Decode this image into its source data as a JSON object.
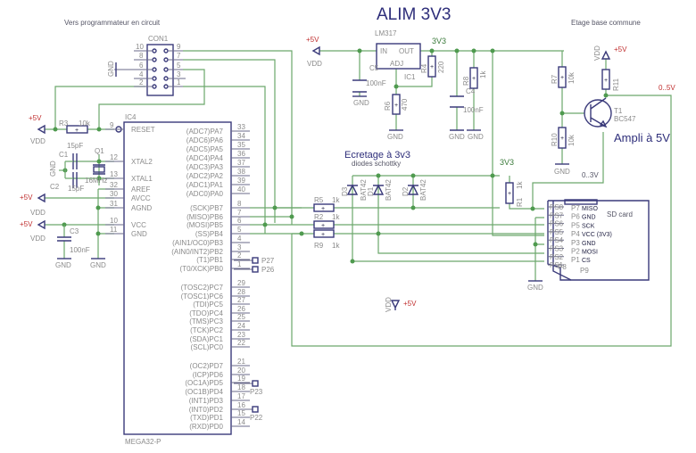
{
  "titles": {
    "main": "ALIM 3V3",
    "programmer": "Vers programmateur en circuit",
    "common_base": "Etage base commune",
    "amp": "Ampli à 5V",
    "clipping": "Ecretage à 3v3",
    "clipping_sub": "diodes schottky"
  },
  "con1": {
    "name": "CON1",
    "pins_left": [
      "10",
      "8",
      "6",
      "4",
      "2"
    ],
    "pins_right": [
      "9",
      "7",
      "5",
      "3",
      "1"
    ],
    "gnd": "GND"
  },
  "ic4": {
    "name": "IC4",
    "part": "MEGA32-P",
    "left_pins": [
      {
        "label": "RESET",
        "num": "9"
      },
      {
        "label": "XTAL2",
        "num": "12"
      },
      {
        "label": "XTAL1",
        "num": "13"
      },
      {
        "label": "AREF",
        "num": "32"
      },
      {
        "label": "AVCC",
        "num": "30"
      },
      {
        "label": "AGND",
        "num": "31"
      },
      {
        "label": "VCC",
        "num": "10"
      },
      {
        "label": "GND",
        "num": "11"
      }
    ],
    "right_pins": [
      {
        "label": "(ADC7)PA7",
        "num": "33"
      },
      {
        "label": "(ADC6)PA6",
        "num": "34"
      },
      {
        "label": "(ADC5)PA5",
        "num": "35"
      },
      {
        "label": "(ADC4)PA4",
        "num": "36"
      },
      {
        "label": "(ADC3)PA3",
        "num": "37"
      },
      {
        "label": "(ADC2)PA2",
        "num": "38"
      },
      {
        "label": "(ADC1)PA1",
        "num": "39"
      },
      {
        "label": "(ADC0)PA0",
        "num": "40"
      },
      {
        "label": "(SCK)PB7",
        "num": "8"
      },
      {
        "label": "(MISO)PB6",
        "num": "7"
      },
      {
        "label": "(MOSI)PB5",
        "num": "6"
      },
      {
        "label": "(SS)PB4",
        "num": "5"
      },
      {
        "label": "(AIN1/OC0)PB3",
        "num": "4"
      },
      {
        "label": "(AIN0/INT2)PB2",
        "num": "3"
      },
      {
        "label": "(T1)PB1",
        "num": "2"
      },
      {
        "label": "(T0/XCK)PB0",
        "num": "1"
      },
      {
        "label": "(TOSC2)PC7",
        "num": "29"
      },
      {
        "label": "(TOSC1)PC6",
        "num": "28"
      },
      {
        "label": "(TDI)PC5",
        "num": "27"
      },
      {
        "label": "(TDO)PC4",
        "num": "26"
      },
      {
        "label": "(TMS)PC3",
        "num": "25"
      },
      {
        "label": "(TCK)PC2",
        "num": "24"
      },
      {
        "label": "(SDA)PC1",
        "num": "23"
      },
      {
        "label": "(SCL)PC0",
        "num": "22"
      },
      {
        "label": "(OC2)PD7",
        "num": "21"
      },
      {
        "label": "(ICP)PD6",
        "num": "20"
      },
      {
        "label": "(OC1A)PD5",
        "num": "19"
      },
      {
        "label": "(OC1B)PD4",
        "num": "18"
      },
      {
        "label": "(INT1)PD3",
        "num": "17"
      },
      {
        "label": "(INT0)PD2",
        "num": "16"
      },
      {
        "label": "(TXD)PD1",
        "num": "15"
      },
      {
        "label": "(RXD)PD0",
        "num": "14"
      }
    ]
  },
  "pads": {
    "p27": "P27",
    "p26": "P26",
    "p23": "P23",
    "p22": "P22"
  },
  "components": {
    "r3": {
      "name": "R3",
      "value": "10k"
    },
    "c1": {
      "name": "C1",
      "value": "15pF"
    },
    "c2": {
      "name": "C2",
      "value": "15pF"
    },
    "q1": {
      "name": "Q1",
      "value": "16MHz"
    },
    "c3": {
      "name": "C3",
      "value": "100nF"
    },
    "lm317": {
      "name": "LM317",
      "in": "IN",
      "out": "OUT",
      "adj": "ADJ",
      "ref": "IC1"
    },
    "c5": {
      "name": "C5",
      "value": "100nF"
    },
    "r4": {
      "name": "R4",
      "value": "220"
    },
    "r6": {
      "name": "R6",
      "value": "470"
    },
    "r8": {
      "name": "R8",
      "value": "1k"
    },
    "c4": {
      "name": "C4",
      "value": "100nF"
    },
    "r7": {
      "name": "R7",
      "value": "10k"
    },
    "r10": {
      "name": "R10",
      "value": "10k"
    },
    "r11": {
      "name": "R11",
      "value": "1k"
    },
    "t1": {
      "name": "T1",
      "value": "BC547"
    },
    "r5": {
      "name": "R5",
      "value": "1k"
    },
    "r2": {
      "name": "R2",
      "value": "1k"
    },
    "r9": {
      "name": "R9",
      "value": "1k"
    },
    "r1": {
      "name": "R1",
      "value": "1k"
    },
    "d3": {
      "name": "D3",
      "value": "BAT42"
    },
    "d1": {
      "name": "D1",
      "value": "BAT42"
    },
    "d2": {
      "name": "D2",
      "value": "BAT42"
    }
  },
  "nets": {
    "plus5v": "+5V",
    "vdd": "VDD",
    "gnd": "GND",
    "v3v3": "3V3",
    "swing5": "0..5V",
    "swing3": "0..3V"
  },
  "sdcard": {
    "title": "SD card",
    "pins": [
      {
        "num": "P7",
        "label": "MISO"
      },
      {
        "num": "P6",
        "label": "GND"
      },
      {
        "num": "P5",
        "label": "SCK"
      },
      {
        "num": "P4",
        "label": "VCC (3V3)"
      },
      {
        "num": "P3",
        "label": "GND"
      },
      {
        "num": "P2",
        "label": "MOSI"
      },
      {
        "num": "P1",
        "label": "CS"
      }
    ],
    "p8": "P8",
    "p9": "P9",
    "side_pins": [
      "PS8",
      "PS7",
      "PS6",
      "PS5",
      "PS4",
      "PS3",
      "PS2",
      "PS1"
    ]
  }
}
